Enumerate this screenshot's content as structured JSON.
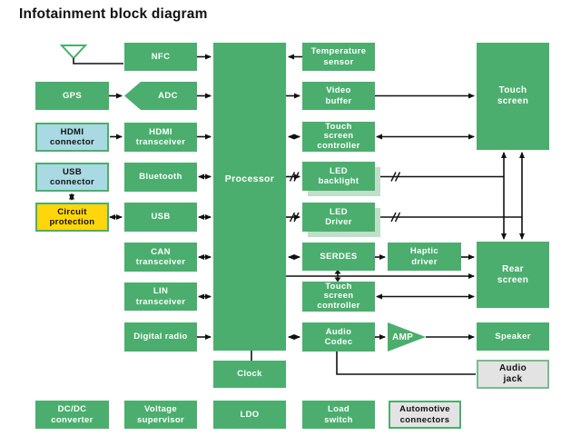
{
  "title": "Infotainment block diagram",
  "colors": {
    "green": "#4bae6e",
    "shadow_green": "#bfdfca",
    "light_blue": "#a9dae3",
    "yellow": "#ffd60b",
    "light_gray": "#e3e3e3",
    "line_black": "#111111",
    "text_white": "#ffffff",
    "text_black": "#111111"
  },
  "blocks": {
    "gps": {
      "label": "GPS"
    },
    "hdmi_connector": {
      "label": "HDMI\nconnector"
    },
    "usb_connector": {
      "label": "USB\nconnector"
    },
    "circuit_protection": {
      "label": "Circuit\nprotection"
    },
    "dcdc_converter": {
      "label": "DC/DC\nconverter"
    },
    "nfc": {
      "label": "NFC"
    },
    "adc": {
      "label": "ADC"
    },
    "hdmi_transceiver": {
      "label": "HDMI\ntransceiver"
    },
    "bluetooth": {
      "label": "Bluetooth"
    },
    "usb": {
      "label": "USB"
    },
    "can_transceiver": {
      "label": "CAN\ntransceiver"
    },
    "lin_transceiver": {
      "label": "LIN\ntransceiver"
    },
    "digital_radio": {
      "label": "Digital radio"
    },
    "voltage_supervisor": {
      "label": "Voltage\nsupervisor"
    },
    "processor": {
      "label": "Processor"
    },
    "clock": {
      "label": "Clock"
    },
    "ldo": {
      "label": "LDO"
    },
    "temperature_sensor": {
      "label": "Temperature\nsensor"
    },
    "video_buffer": {
      "label": "Video\nbuffer"
    },
    "touch_screen_controller_top": {
      "label": "Touch\nscreen\ncontroller"
    },
    "led_backlight": {
      "label": "LED\nbacklight"
    },
    "led_driver": {
      "label": "LED\nDriver"
    },
    "serdes": {
      "label": "SERDES"
    },
    "touch_screen_controller_bottom": {
      "label": "Touch\nscreen\ncontroller"
    },
    "audio_codec": {
      "label": "Audio\nCodec"
    },
    "load_switch": {
      "label": "Load\nswitch"
    },
    "haptic_driver": {
      "label": "Haptic\ndriver"
    },
    "amp": {
      "label": "AMP"
    },
    "automotive_connectors": {
      "label": "Automotive\nconnectors"
    },
    "touch_screen": {
      "label": "Touch\nscreen"
    },
    "rear_screen": {
      "label": "Rear\nscreen"
    },
    "speaker": {
      "label": "Speaker"
    },
    "audio_jack": {
      "label": "Audio\njack"
    }
  },
  "connections": [
    {
      "from": "Antenna",
      "to": "NFC",
      "dir": "plain"
    },
    {
      "from": "NFC",
      "to": "Processor",
      "dir": "to"
    },
    {
      "from": "GPS",
      "to": "ADC",
      "dir": "to"
    },
    {
      "from": "ADC",
      "to": "Processor",
      "dir": "to"
    },
    {
      "from": "HDMI connector",
      "to": "HDMI transceiver",
      "dir": "to"
    },
    {
      "from": "HDMI transceiver",
      "to": "Processor",
      "dir": "to"
    },
    {
      "from": "Bluetooth",
      "to": "Processor",
      "dir": "both"
    },
    {
      "from": "USB connector",
      "to": "Circuit protection",
      "dir": "both"
    },
    {
      "from": "Circuit protection",
      "to": "USB",
      "dir": "both"
    },
    {
      "from": "USB",
      "to": "Processor",
      "dir": "both"
    },
    {
      "from": "CAN transceiver",
      "to": "Processor",
      "dir": "both"
    },
    {
      "from": "LIN transceiver",
      "to": "Processor",
      "dir": "both"
    },
    {
      "from": "Digital radio",
      "to": "Processor",
      "dir": "to"
    },
    {
      "from": "Temperature sensor",
      "to": "Processor",
      "dir": "to"
    },
    {
      "from": "Processor",
      "to": "Video buffer",
      "dir": "to"
    },
    {
      "from": "Video buffer",
      "to": "Touch screen",
      "dir": "to"
    },
    {
      "from": "Processor",
      "to": "Touch screen controller (top)",
      "dir": "both"
    },
    {
      "from": "Touch screen controller (top)",
      "to": "Touch screen",
      "dir": "both"
    },
    {
      "from": "Processor",
      "to": "LED backlight",
      "dir": "to",
      "bus": true
    },
    {
      "from": "LED backlight",
      "to": "screen supply line (left)",
      "dir": "plain",
      "bus": true
    },
    {
      "from": "Processor",
      "to": "LED Driver",
      "dir": "to",
      "bus": true
    },
    {
      "from": "LED Driver",
      "to": "screen supply line (right)",
      "dir": "plain",
      "bus": true
    },
    {
      "from": "Touch screen",
      "to": "Rear screen",
      "dir": "both",
      "note": "left vertical line"
    },
    {
      "from": "Touch screen",
      "to": "Rear screen",
      "dir": "both",
      "note": "right vertical line"
    },
    {
      "from": "Processor",
      "to": "SERDES",
      "dir": "both"
    },
    {
      "from": "SERDES",
      "to": "Haptic driver",
      "dir": "to"
    },
    {
      "from": "Haptic driver",
      "to": "Rear screen",
      "dir": "to"
    },
    {
      "from": "Processor",
      "to": "Rear screen",
      "dir": "to"
    },
    {
      "from": "SERDES",
      "to": "Processor-Rear screen line",
      "dir": "both"
    },
    {
      "from": "Touch screen controller (bottom)",
      "to": "Rear screen",
      "dir": "both"
    },
    {
      "from": "Processor",
      "to": "Audio Codec",
      "dir": "both"
    },
    {
      "from": "Audio Codec",
      "to": "AMP",
      "dir": "to"
    },
    {
      "from": "AMP",
      "to": "Speaker",
      "dir": "to"
    },
    {
      "from": "Audio Codec",
      "to": "Audio jack",
      "dir": "plain"
    },
    {
      "from": "Processor",
      "to": "Clock",
      "dir": "plain"
    }
  ]
}
